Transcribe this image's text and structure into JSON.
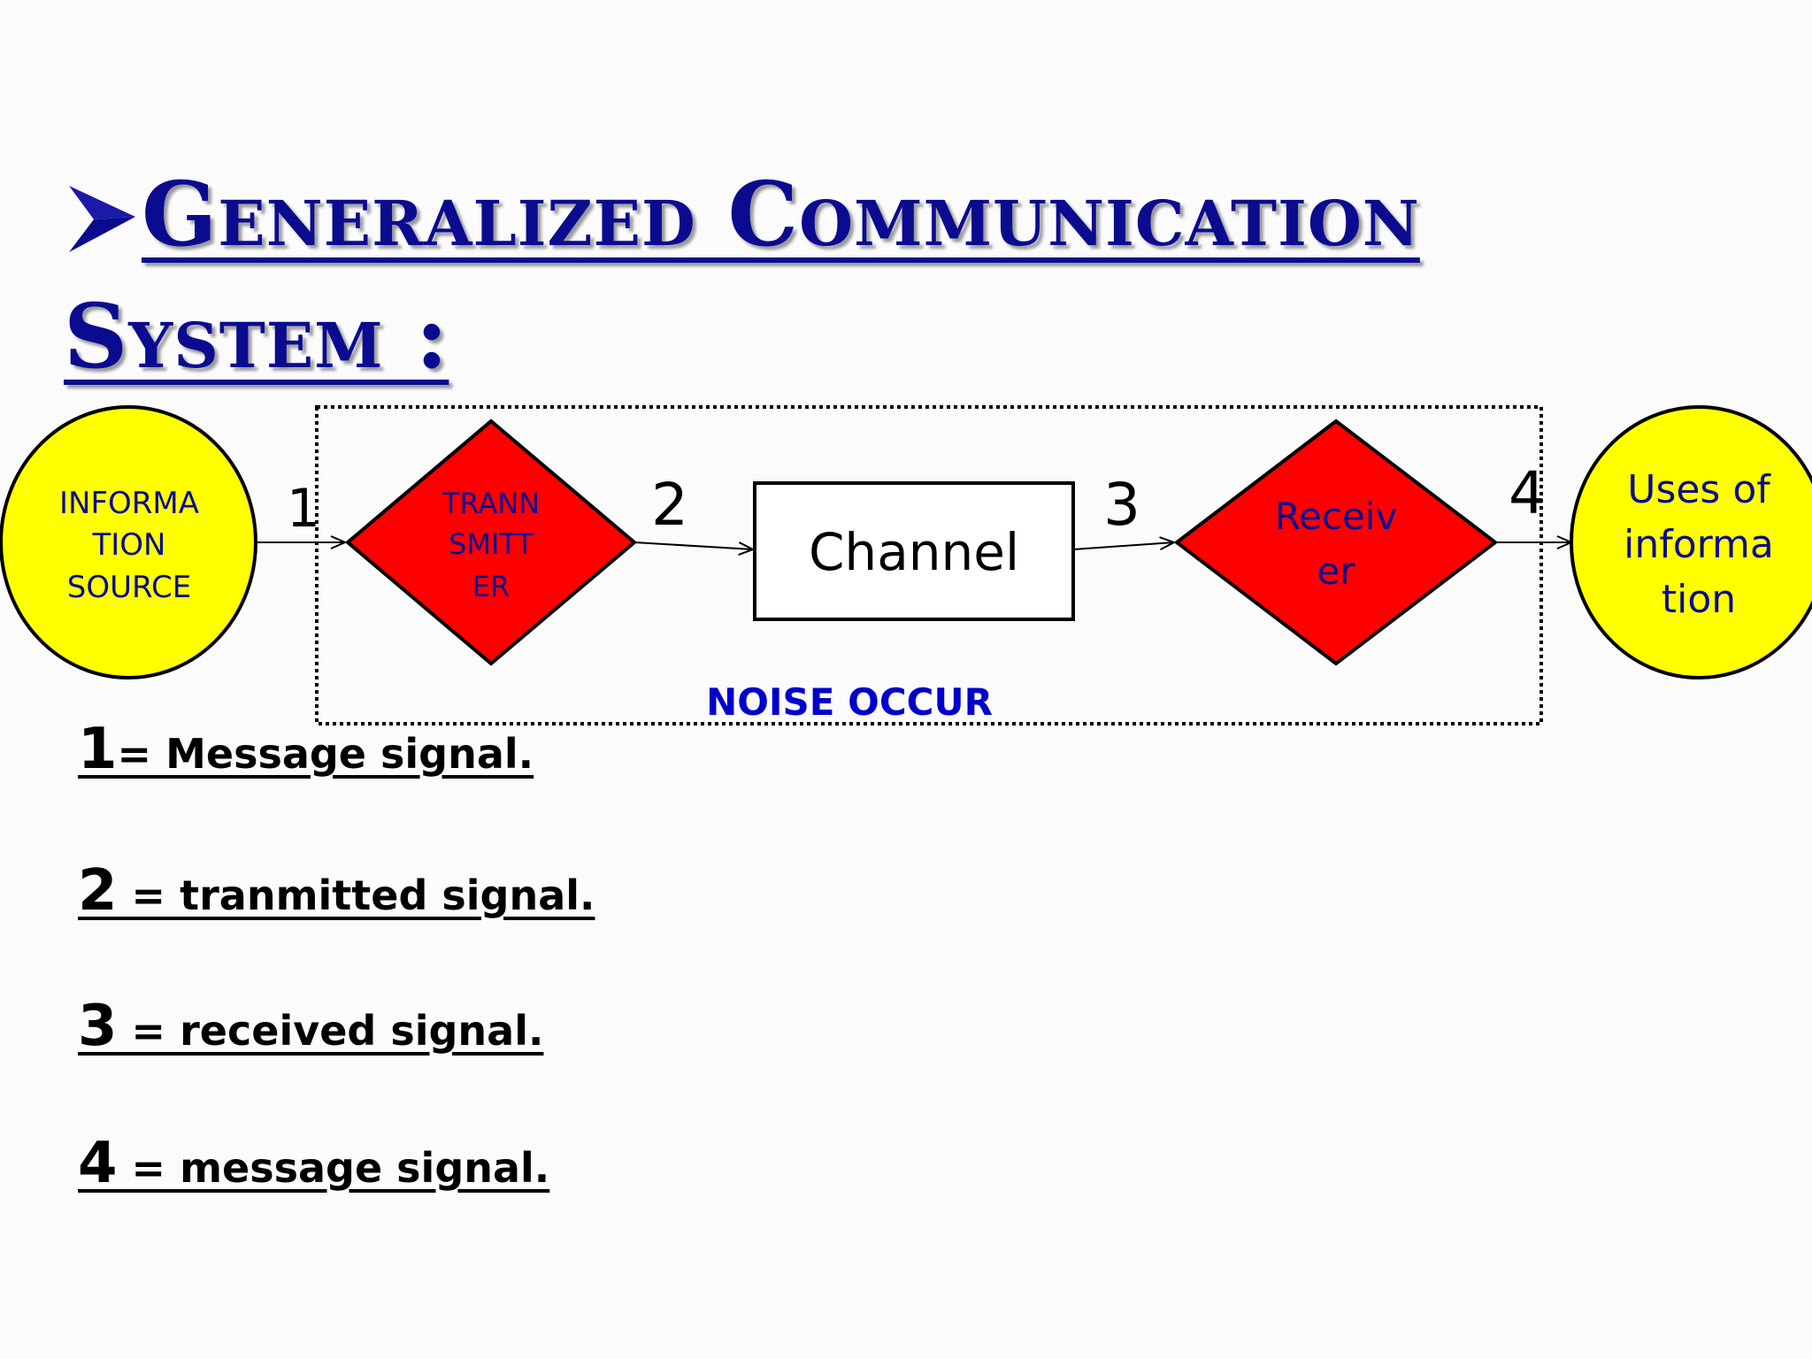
{
  "title": {
    "line1": "Generalized Communication",
    "line2": "System  :"
  },
  "diagram": {
    "source_label_lines": [
      "INFORMA",
      "TION",
      "SOURCE"
    ],
    "transmitter_label_lines": [
      "TRANN",
      "SMITT",
      "ER"
    ],
    "channel_label": "Channel",
    "receiver_label_lines": [
      "Receiv",
      "er"
    ],
    "destination_label_lines": [
      "Uses of",
      "informa",
      "tion"
    ],
    "arrow_numbers": [
      "1",
      "2",
      "3",
      "4"
    ],
    "noise_label": "NOISE OCCUR"
  },
  "legend": [
    {
      "number": "1",
      "text": "= Message signal."
    },
    {
      "number": "2",
      "text": " = tranmitted signal."
    },
    {
      "number": "3",
      "text": " = received signal."
    },
    {
      "number": "4",
      "text": " = message signal."
    }
  ],
  "colors": {
    "title": "#0b0b8f",
    "node_circle": "#ffff00",
    "node_diamond": "#ff0000",
    "noise_text": "#0000cc",
    "node_text_dark": "#0b0b8f"
  }
}
